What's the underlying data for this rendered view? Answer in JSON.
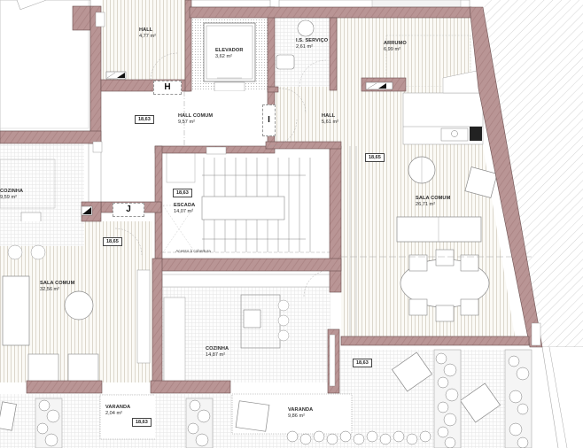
{
  "plan": {
    "type": "architectural-floor-plan",
    "colors": {
      "wall": "#b89393",
      "wall_dark": "#8e6868",
      "wall_outline": "#6b5050",
      "floor_wood_line": "#c9c3b6",
      "tile_line": "#e3e3e3",
      "exterior_hatch": "#c8c8c8",
      "background": "#ffffff"
    },
    "rooms": [
      {
        "id": "hall-top",
        "name": "HALL",
        "area": "4,77 m²"
      },
      {
        "id": "elevador",
        "name": "ELEVADOR",
        "area": "3,62 m²"
      },
      {
        "id": "is-servico",
        "name": "I.S. SERVIÇO",
        "area": "2,61 m²"
      },
      {
        "id": "arrumo",
        "name": "ARRUMO",
        "area": "6,99 m²"
      },
      {
        "id": "hall-comum",
        "name": "HALL COMUM",
        "area": "9,57 m²"
      },
      {
        "id": "hall-right",
        "name": "HALL",
        "area": "5,61 m²"
      },
      {
        "id": "cozinha-left",
        "name": "COZINHA",
        "area": "9,59 m²"
      },
      {
        "id": "escada",
        "name": "ESCADA",
        "area": "14,07 m²"
      },
      {
        "id": "sala-comum-right",
        "name": "SALA COMUM",
        "area": "26,71 m²"
      },
      {
        "id": "sala-comum-left",
        "name": "SALA COMUM",
        "area": "32,56 m²"
      },
      {
        "id": "cozinha-center",
        "name": "COZINHA",
        "area": "14,87 m²"
      },
      {
        "id": "varanda-left",
        "name": "VARANDA",
        "area": "2,04 m²"
      },
      {
        "id": "varanda-right",
        "name": "VARANDA",
        "area": "9,86 m²"
      }
    ],
    "levels": [
      {
        "id": "lvl-hall-comum",
        "value": "18,63"
      },
      {
        "id": "lvl-escada",
        "value": "18,63"
      },
      {
        "id": "lvl-hall-right",
        "value": "18,65"
      },
      {
        "id": "lvl-sala-left",
        "value": "18,65"
      },
      {
        "id": "lvl-terrace",
        "value": "18,63"
      },
      {
        "id": "lvl-varanda-left",
        "value": "18,63"
      }
    ],
    "door_tags": [
      {
        "id": "door-h",
        "label": "H"
      },
      {
        "id": "door-i",
        "label": "I"
      },
      {
        "id": "door-j",
        "label": "J"
      }
    ],
    "notes": {
      "roof_access": "Acesso à cobertura"
    }
  }
}
